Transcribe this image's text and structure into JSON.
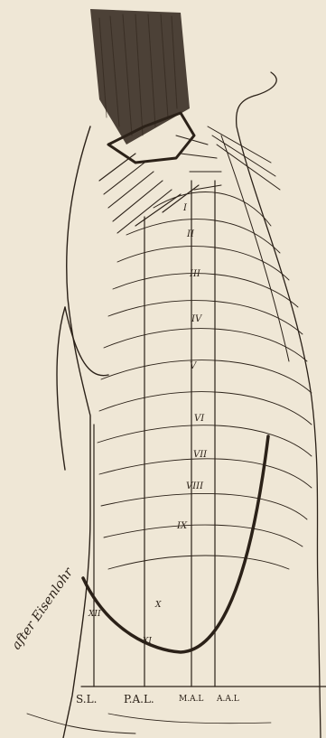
{
  "figure": {
    "line_labels": [
      "S.L.",
      "P.A.L.",
      "M.A.L",
      "A.A.L"
    ],
    "rib_numerals": [
      "I",
      "II",
      "III",
      "IV",
      "V",
      "VI",
      "VII",
      "VIII",
      "IX",
      "X",
      "XI",
      "XII"
    ],
    "signature": "after Eisenlohr"
  }
}
